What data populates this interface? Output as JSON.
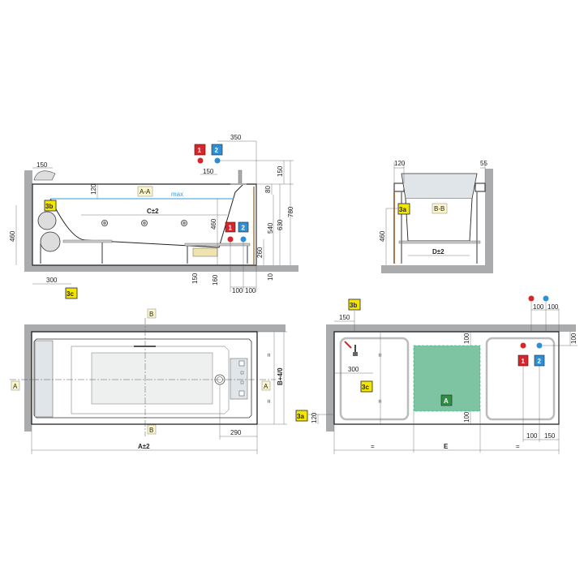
{
  "colors": {
    "hot": "#d9252a",
    "cold": "#2e8fd6",
    "marker": "#f3e600",
    "zone_a": "#7fc4a2",
    "zone_a_badge": "#2f8f45",
    "wall": "#a9abad",
    "max_line": "#3a9ad9"
  },
  "section_aa": {
    "label": "A-A",
    "max": "max",
    "c_dim": "C±2",
    "markers": {
      "m3b": "3b",
      "m3c": "3c"
    },
    "badges": {
      "hot": "1",
      "cold": "2"
    },
    "dims": {
      "top350": "350",
      "top150": "150",
      "left150": "150",
      "d120": "120",
      "d460l": "460",
      "d460": "460",
      "d80": "80",
      "d150r": "150",
      "d540": "540",
      "d630": "630",
      "d780": "780",
      "d260": "260",
      "d300": "300",
      "d150b": "150",
      "d160": "160",
      "d10": "10",
      "d100a": "100",
      "d100b": "100"
    }
  },
  "section_bb": {
    "label": "B-B",
    "marker": "3a",
    "d_dim": "D±2",
    "dims": {
      "d120": "120",
      "d55": "55",
      "d460": "460"
    }
  },
  "plan": {
    "section_b": "B",
    "section_a": "A",
    "a_dim": "A±2",
    "b_dim": "B+4/0",
    "d290": "290",
    "eq": "="
  },
  "install_plan": {
    "markers": {
      "m3a": "3a",
      "m3b": "3b",
      "m3c": "3c"
    },
    "zone": "A",
    "e_dim": "E",
    "eq": "=",
    "badges": {
      "hot": "1",
      "cold": "2"
    },
    "dims": {
      "d150": "150",
      "d300": "300",
      "d120": "120",
      "d100t": "100",
      "d100b": "100",
      "d100a": "100",
      "d100c": "100",
      "d100r": "100",
      "d100bot": "100",
      "d150bot": "150"
    }
  }
}
